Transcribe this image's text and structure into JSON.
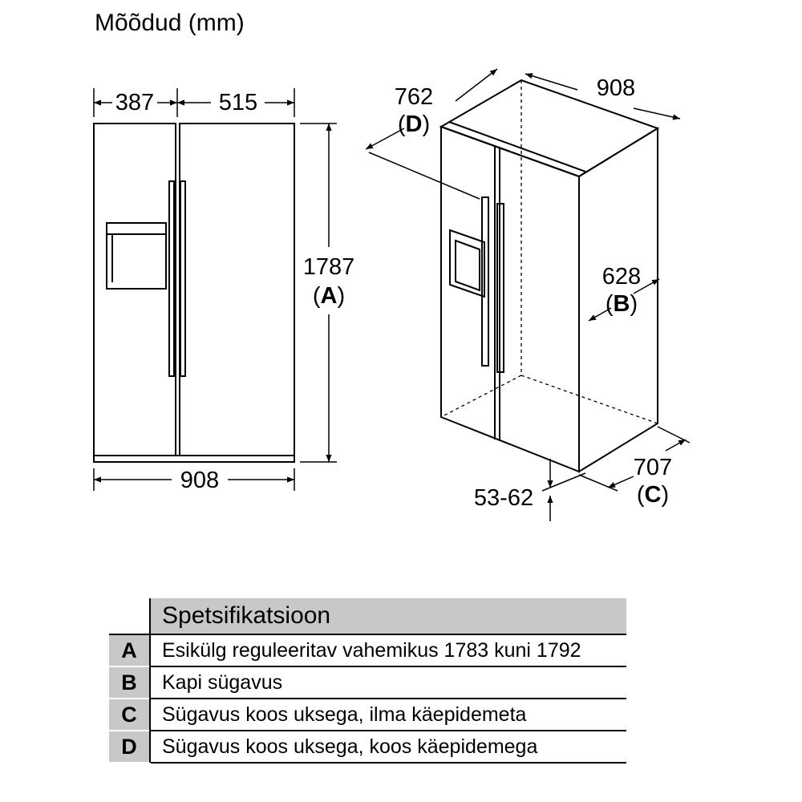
{
  "title": "Mõõdud (mm)",
  "front_view": {
    "left_door_width": "387",
    "right_door_width": "515",
    "height_value": "1787",
    "height_key": "A",
    "total_width": "908"
  },
  "iso_view": {
    "depth_with_handle": "762",
    "depth_with_handle_key": "D",
    "width": "908",
    "cabinet_depth": "628",
    "cabinet_depth_key": "B",
    "depth_without_handle": "707",
    "depth_without_handle_key": "C",
    "gap_range": "53-62"
  },
  "spec_table": {
    "header": "Spetsifikatsioon",
    "rows": [
      {
        "key": "A",
        "text": "Esikülg reguleeritav vahemikus 1783 kuni 1792"
      },
      {
        "key": "B",
        "text": "Kapi sügavus"
      },
      {
        "key": "C",
        "text": "Sügavus koos uksega, ilma käepidemeta"
      },
      {
        "key": "D",
        "text": "Sügavus koos uksega, koos käepidemega"
      }
    ]
  }
}
